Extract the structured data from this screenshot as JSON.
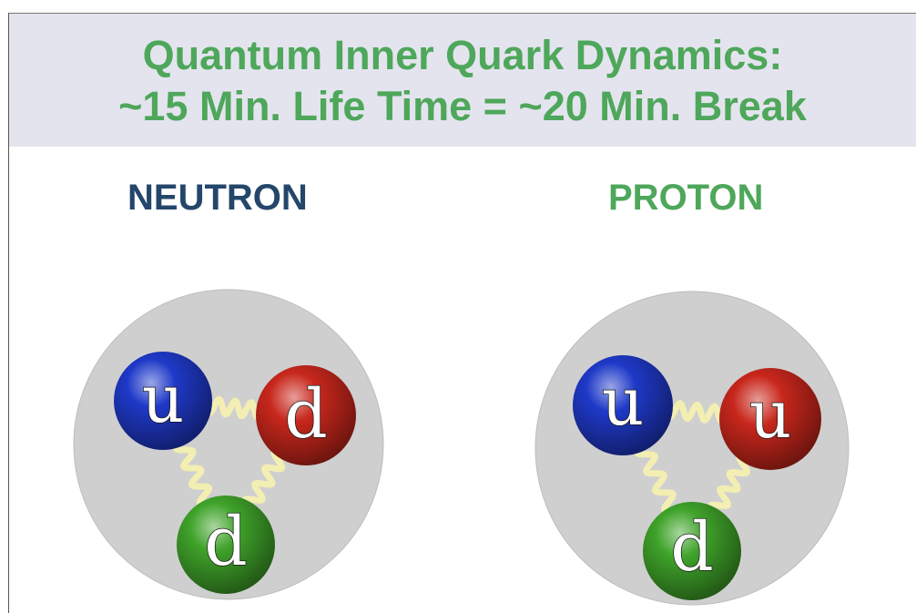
{
  "title": {
    "line1": "Quantum Inner Quark Dynamics:",
    "line2": "~15 Min. Life Time =  ~20 Min. Break"
  },
  "colors": {
    "title_text": "#4ea75a",
    "title_band": "#e4e4ef",
    "neutron_label": "#25466b",
    "proton_label": "#4ea75a",
    "particle_body": "#cfcfcf",
    "quark_up": "#1f39c8",
    "quark_down_red": "#c8271c",
    "quark_down_green": "#3fa32a",
    "gluon": "#f3eeb2"
  },
  "particles": [
    {
      "label": "NEUTRON",
      "quarks": [
        {
          "flavor": "u",
          "color": "blue"
        },
        {
          "flavor": "d",
          "color": "red"
        },
        {
          "flavor": "d",
          "color": "green"
        }
      ]
    },
    {
      "label": "PROTON",
      "quarks": [
        {
          "flavor": "u",
          "color": "blue"
        },
        {
          "flavor": "u",
          "color": "red"
        },
        {
          "flavor": "d",
          "color": "green"
        }
      ]
    }
  ]
}
